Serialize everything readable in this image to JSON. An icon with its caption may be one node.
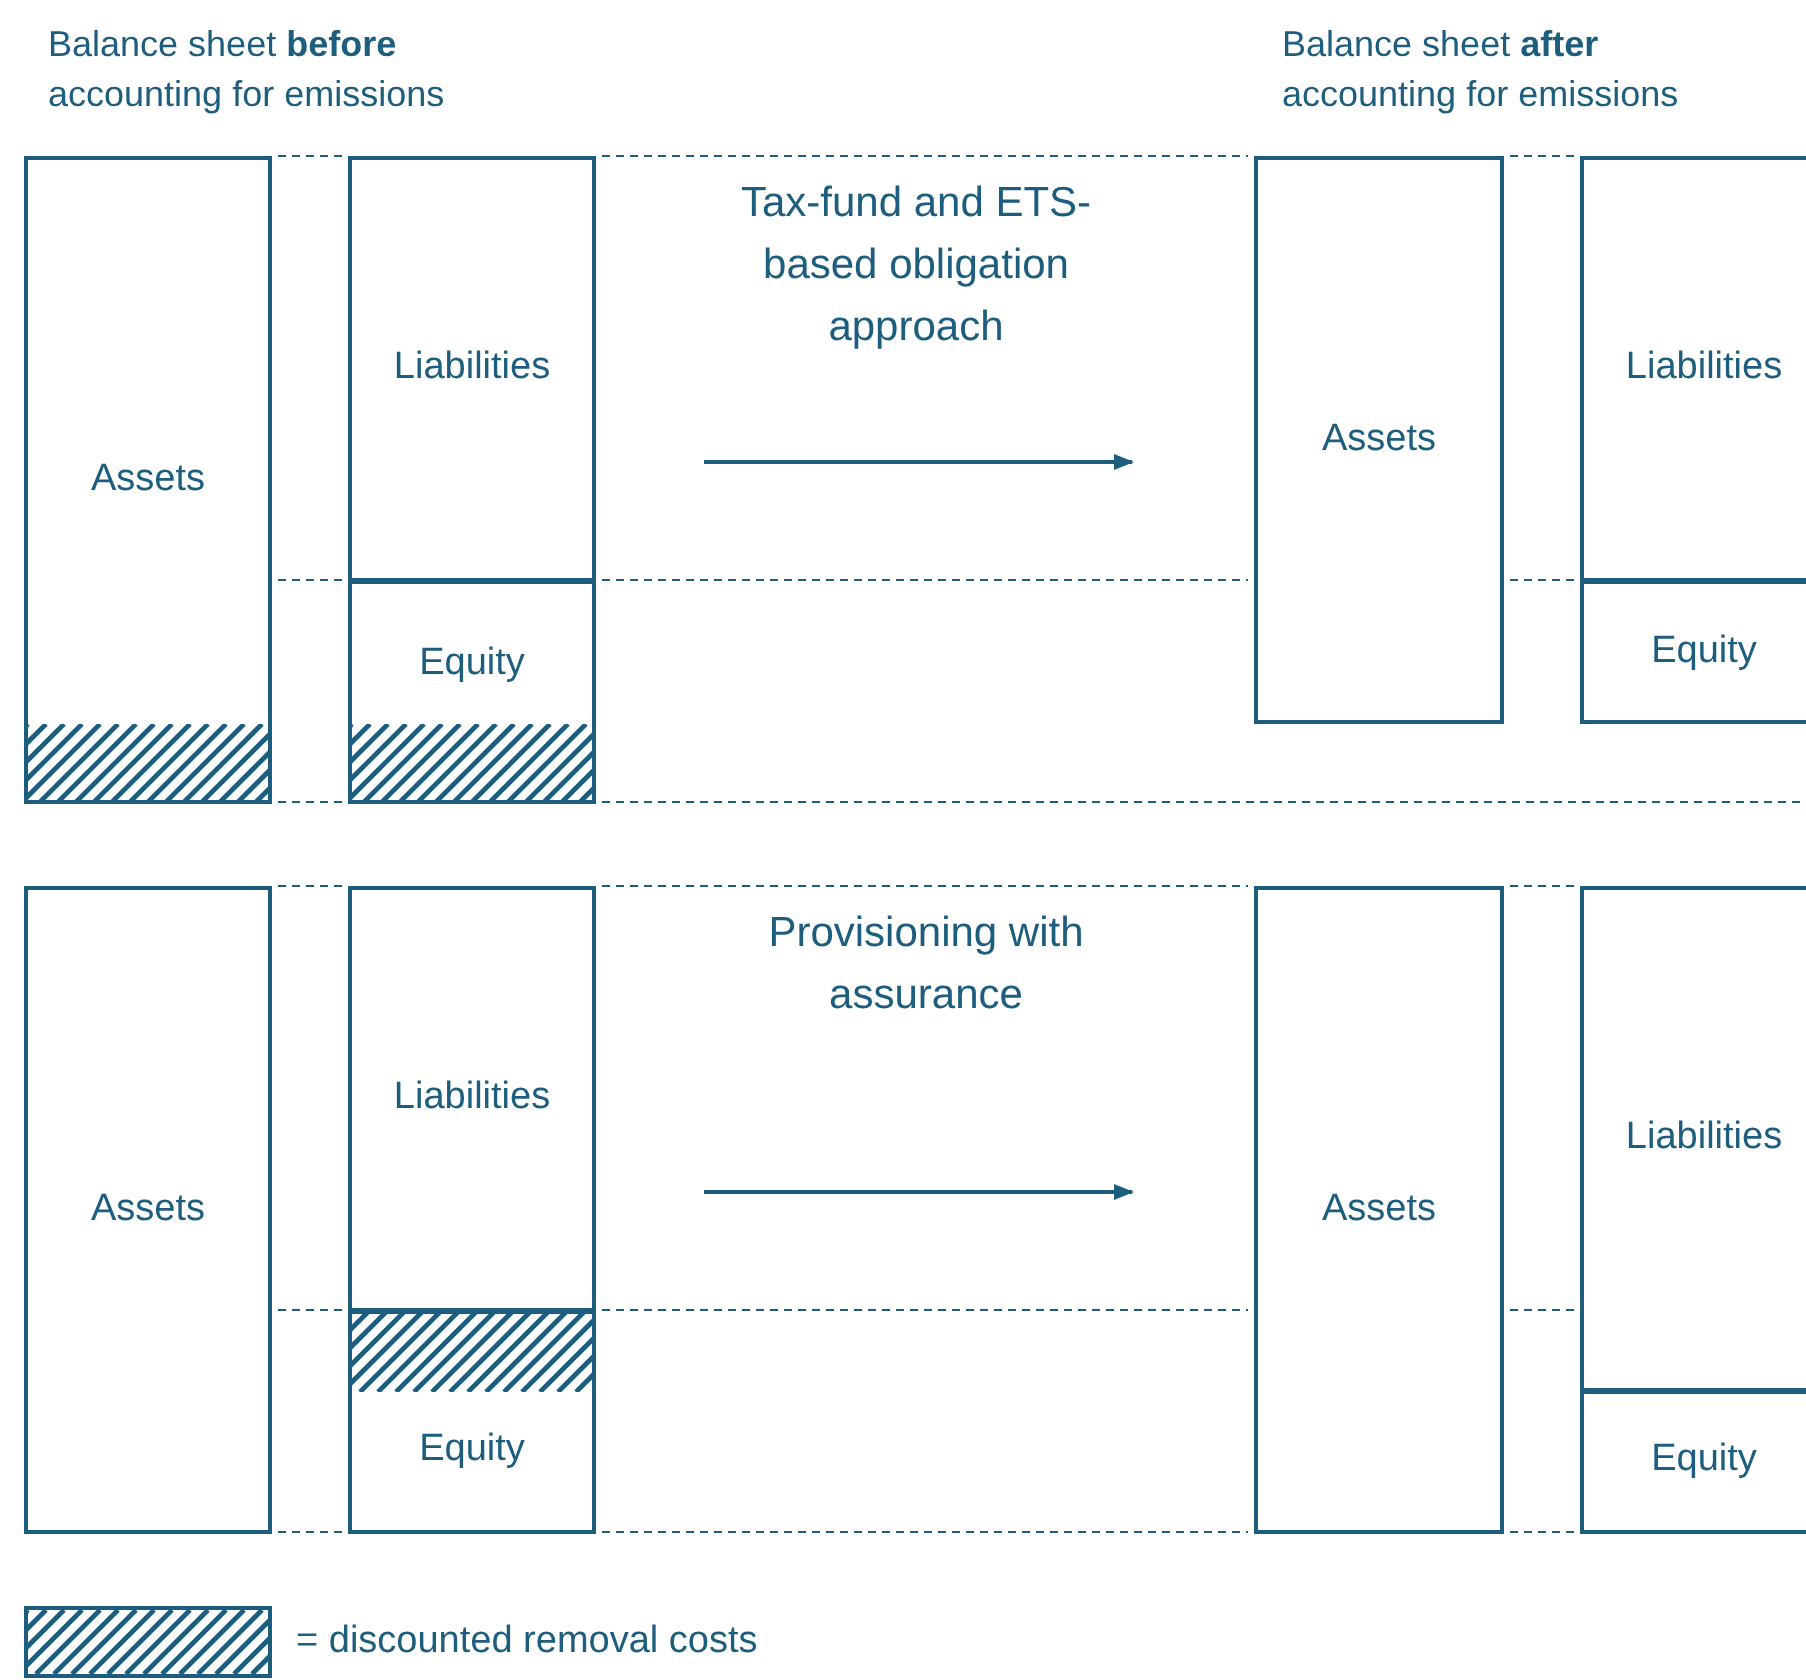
{
  "diagram": {
    "nodes": [
      {
        "text": [
          "Assets"
        ]
      },
      {
        "text": [
          "Liabilities"
        ]
      },
      {
        "text": [
          "Equity"
        ]
      },
      {
        "text": [
          "Assets"
        ]
      },
      {
        "text": [
          "Liabilities"
        ]
      },
      {
        "text": [
          "Equity"
        ]
      },
      {
        "text": [
          "Assets"
        ]
      },
      {
        "text": [
          "Liabilities"
        ]
      },
      {
        "text": [
          "Equity"
        ]
      },
      {
        "text": [
          "Assets"
        ]
      },
      {
        "text": [
          "Liabilities"
        ]
      },
      {
        "text": [
          "Equity"
        ]
      }
    ],
    "edges": [
      {
        "from": 1,
        "to": 3,
        "arrow": "to"
      },
      {
        "from": 7,
        "to": 9,
        "arrow": "to"
      }
    ],
    "labels": [
      "Balance sheet **before** accounting for emissions",
      "Balance sheet **after** accounting for emissions",
      "Tax-fund and ETS-based obligation approach",
      "Provisioning with assurance"
    ],
    "legend": [
      {
        "text": "= discounted removal costs"
      }
    ]
  }
}
